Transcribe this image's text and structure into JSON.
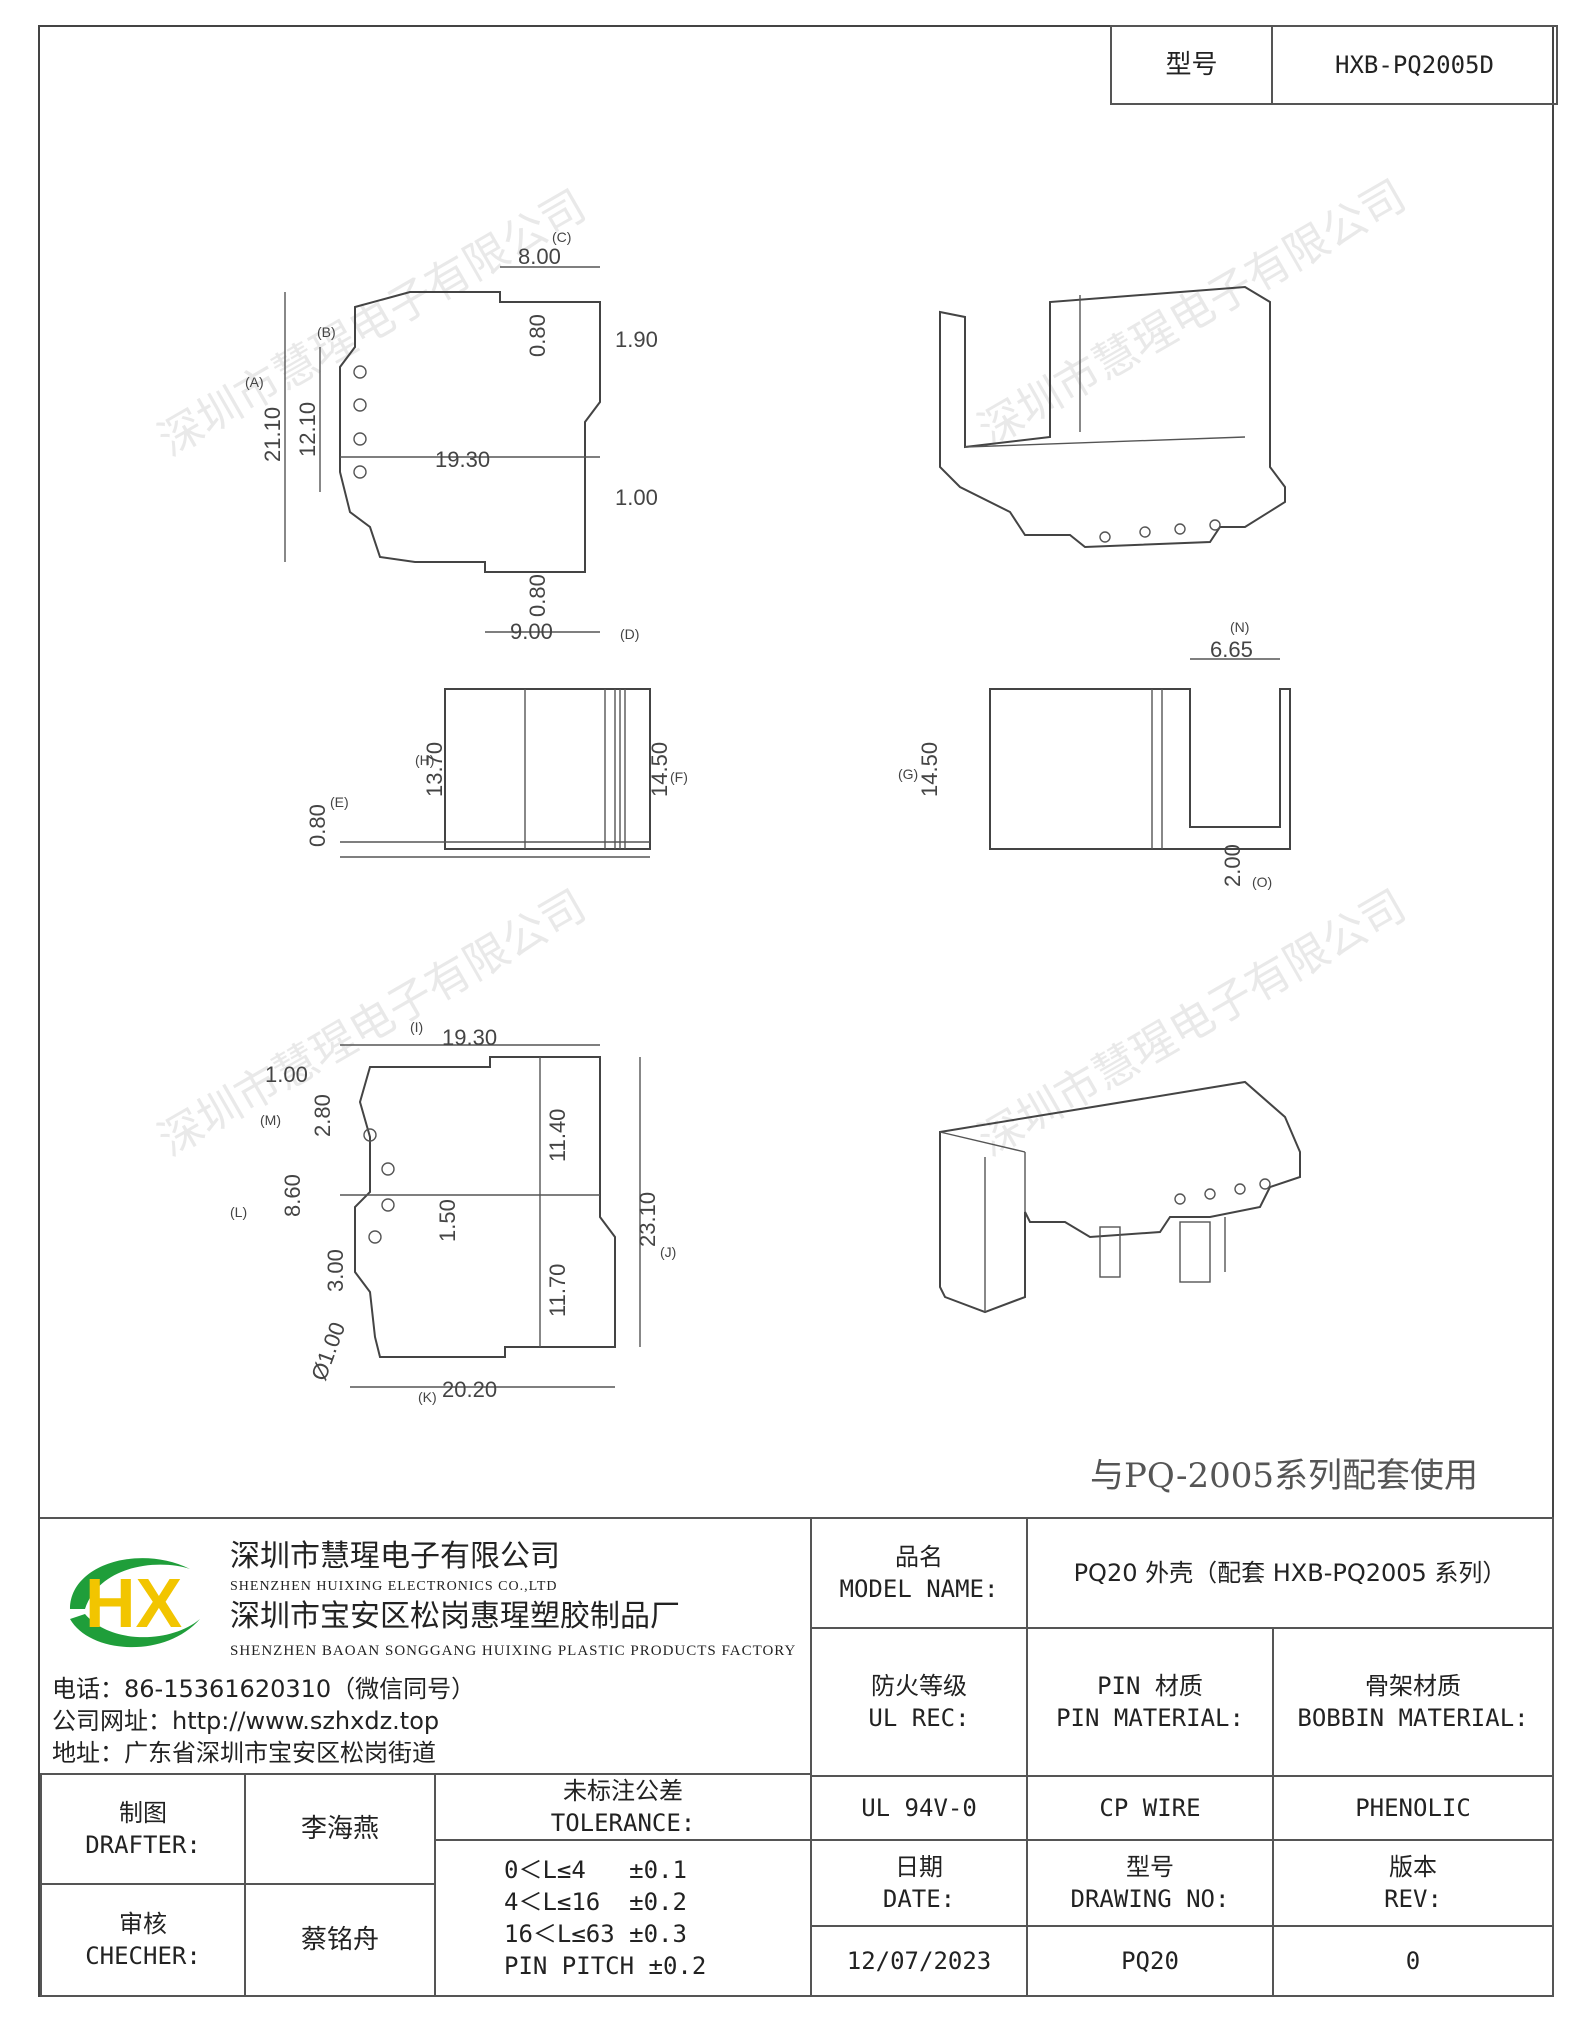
{
  "header": {
    "model_label": "型号",
    "model_value": "HXB-PQ2005D"
  },
  "watermark": "深圳市慧瑆电子有限公司",
  "drawing": {
    "dims_top": [
      "8.00",
      "0.80",
      "1.90",
      "21.10",
      "12.10",
      "19.30",
      "1.00",
      "0.80",
      "9.00"
    ],
    "labels_top": [
      "(C)",
      "(B)",
      "(A)",
      "(D)"
    ],
    "dims_side": [
      "13.70",
      "14.50",
      "0.80"
    ],
    "labels_side": [
      "(H)",
      "(F)",
      "(E)"
    ],
    "dims_front": [
      "6.65",
      "14.50",
      "2.00"
    ],
    "labels_front": [
      "(N)",
      "(G)",
      "(O)"
    ],
    "dims_bottom": [
      "19.30",
      "1.00",
      "2.80",
      "8.60",
      "11.40",
      "1.50",
      "23.10",
      "3.00",
      "11.70",
      "Ø1.00",
      "20.20"
    ],
    "labels_bottom": [
      "(I)",
      "(M)",
      "(L)",
      "(J)",
      "(K)"
    ],
    "note": "与PQ-2005系列配套使用"
  },
  "company": {
    "name_cn": "深圳市慧瑆电子有限公司",
    "name_en": "SHENZHEN HUIXING ELECTRONICS CO.,LTD",
    "factory_cn": "深圳市宝安区松岗惠瑆塑胶制品厂",
    "factory_en": "SHENZHEN BAOAN SONGGANG HUIXING PLASTIC PRODUCTS FACTORY",
    "phone": "电话：86-15361620310（微信同号）",
    "website": "公司网址：http://www.szhxdz.top",
    "address": "地址：广东省深圳市宝安区松岗街道",
    "logo_text": "HX",
    "colors": {
      "logo_green": "#1f9e3a",
      "logo_yellow": "#f2c500"
    }
  },
  "titleblock": {
    "model_name_cn": "品名",
    "model_name_en": "MODEL NAME:",
    "model_name_value": "PQ20 外壳（配套 HXB-PQ2005 系列）",
    "ul_cn": "防火等级",
    "ul_en": "UL REC:",
    "pin_cn": "PIN 材质",
    "pin_en": "PIN MATERIAL:",
    "bobbin_cn": "骨架材质",
    "bobbin_en": "BOBBIN MATERIAL:",
    "ul_value": "UL 94V-0",
    "pin_value": "CP WIRE",
    "bobbin_value": "PHENOLIC",
    "date_cn": "日期",
    "date_en": "DATE:",
    "drawno_cn": "型号",
    "drawno_en": "DRAWING NO:",
    "rev_cn": "版本",
    "rev_en": "REV:",
    "date_value": "12/07/2023",
    "drawno_value": "PQ20",
    "rev_value": "0",
    "drafter_cn": "制图",
    "drafter_en": "DRAFTER:",
    "drafter_value": "李海燕",
    "checker_cn": "审核",
    "checker_en": "CHECHER:",
    "checker_value": "蔡铭舟",
    "tolerance_cn": "未标注公差",
    "tolerance_en": "TOLERANCE:",
    "tolerance_lines": [
      "0＜L≤4   ±0.1",
      "4＜L≤16  ±0.2",
      "16＜L≤63 ±0.3",
      "PIN PITCH ±0.2"
    ]
  }
}
